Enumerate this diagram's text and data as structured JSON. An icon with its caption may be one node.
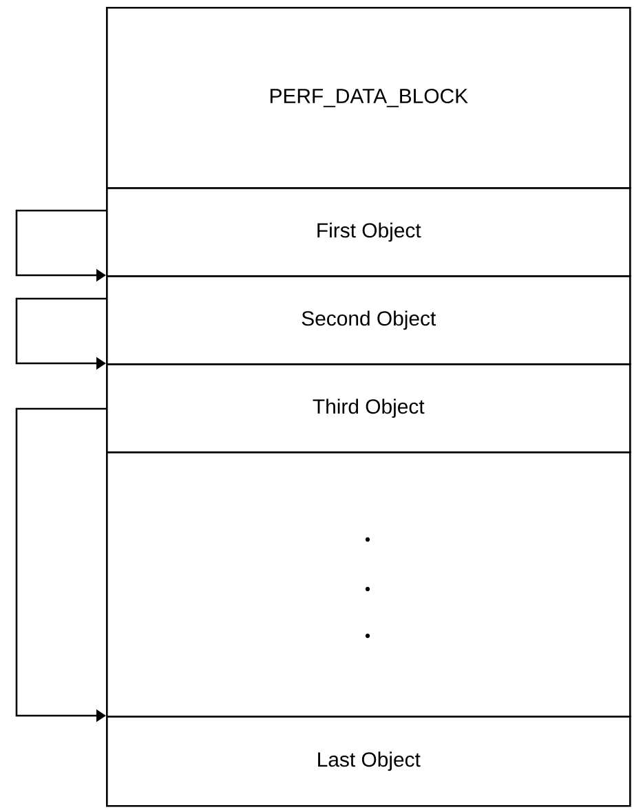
{
  "diagram": {
    "nodes": [
      {
        "text": [
          "PERF_DATA_BLOCK"
        ]
      },
      {
        "text": [
          "First Object"
        ]
      },
      {
        "text": [
          "Second Object"
        ]
      },
      {
        "text": [
          "Third Object"
        ]
      },
      {
        "text": [],
        "shape": "box"
      },
      {
        "text": [
          "Last Object"
        ]
      }
    ],
    "edges": [
      {
        "from": 1,
        "to": 2,
        "arrow": "to"
      },
      {
        "from": 2,
        "to": 3,
        "arrow": "to"
      },
      {
        "from": 3,
        "to": 5,
        "arrow": "to"
      }
    ]
  }
}
